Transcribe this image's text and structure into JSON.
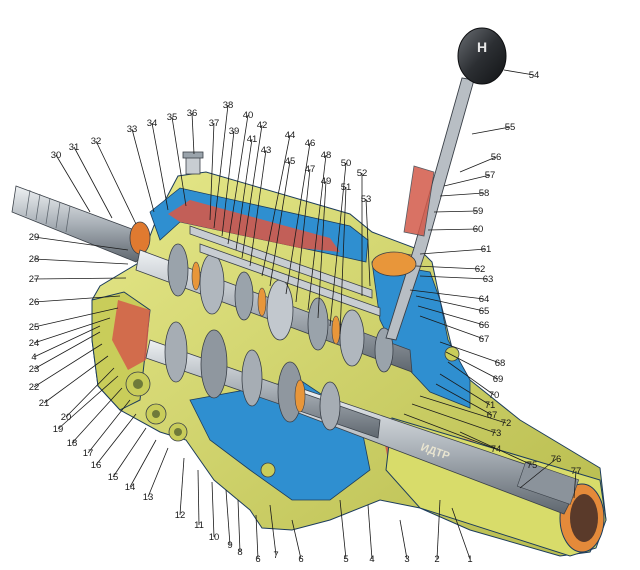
{
  "diagram": {
    "housing_inscription": "ИДТР",
    "shift_pattern_glyph": "H",
    "callouts": [
      {
        "n": "1"
      },
      {
        "n": "2"
      },
      {
        "n": "3"
      },
      {
        "n": "4"
      },
      {
        "n": "5"
      },
      {
        "n": "6"
      },
      {
        "n": "6"
      },
      {
        "n": "7"
      },
      {
        "n": "8"
      },
      {
        "n": "9"
      },
      {
        "n": "10"
      },
      {
        "n": "11"
      },
      {
        "n": "12"
      },
      {
        "n": "13"
      },
      {
        "n": "14"
      },
      {
        "n": "15"
      },
      {
        "n": "16"
      },
      {
        "n": "17"
      },
      {
        "n": "18"
      },
      {
        "n": "19"
      },
      {
        "n": "20"
      },
      {
        "n": "21"
      },
      {
        "n": "22"
      },
      {
        "n": "23"
      },
      {
        "n": "4"
      },
      {
        "n": "24"
      },
      {
        "n": "25"
      },
      {
        "n": "26"
      },
      {
        "n": "27"
      },
      {
        "n": "28"
      },
      {
        "n": "29"
      },
      {
        "n": "30"
      },
      {
        "n": "31"
      },
      {
        "n": "32"
      },
      {
        "n": "33"
      },
      {
        "n": "34"
      },
      {
        "n": "35"
      },
      {
        "n": "36"
      },
      {
        "n": "37"
      },
      {
        "n": "38"
      },
      {
        "n": "39"
      },
      {
        "n": "40"
      },
      {
        "n": "41"
      },
      {
        "n": "42"
      },
      {
        "n": "43"
      },
      {
        "n": "44"
      },
      {
        "n": "45"
      },
      {
        "n": "46"
      },
      {
        "n": "47"
      },
      {
        "n": "48"
      },
      {
        "n": "49"
      },
      {
        "n": "50"
      },
      {
        "n": "51"
      },
      {
        "n": "52"
      },
      {
        "n": "53"
      },
      {
        "n": "54"
      },
      {
        "n": "55"
      },
      {
        "n": "56"
      },
      {
        "n": "57"
      },
      {
        "n": "58"
      },
      {
        "n": "59"
      },
      {
        "n": "60"
      },
      {
        "n": "61"
      },
      {
        "n": "62"
      },
      {
        "n": "63"
      },
      {
        "n": "64"
      },
      {
        "n": "65"
      },
      {
        "n": "66"
      },
      {
        "n": "67"
      },
      {
        "n": "68"
      },
      {
        "n": "69"
      },
      {
        "n": "70"
      },
      {
        "n": "71"
      },
      {
        "n": "67"
      },
      {
        "n": "72"
      },
      {
        "n": "73"
      },
      {
        "n": "74"
      },
      {
        "n": "75"
      },
      {
        "n": "76"
      },
      {
        "n": "77"
      }
    ]
  },
  "colors": {
    "housing": "#d8dc6a",
    "housing_shade": "#a9ad3e",
    "section_cut": "#2f8fd0",
    "oil_cavity": "#d35a4a",
    "shaft_metal": "#c8cdd2",
    "shaft_dark": "#6f7780",
    "gear_metal": "#9aa3ab",
    "knob": "#2c2f33",
    "lever": "#b8bec4",
    "leader_line": "#1a1a1a"
  }
}
